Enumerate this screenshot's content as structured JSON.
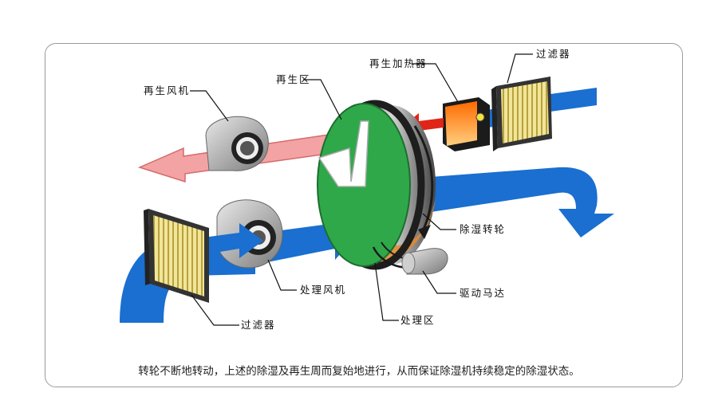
{
  "labels": {
    "regen_fan": "再生风机",
    "regen_zone": "再生区",
    "regen_heater": "再生加热器",
    "filter_top": "过滤器",
    "desiccant_wheel": "除湿转轮",
    "process_fan": "处理风机",
    "drive_motor": "驱动马达",
    "filter_bottom": "过滤器",
    "process_zone": "处理区"
  },
  "caption": "转轮不断地转动，上述的除湿及再生周而复始地进行，从而保证除湿机持续稳定的除湿状态。",
  "colors": {
    "process_air": "#1a6fd0",
    "regen_exhaust": "#f3a3a3",
    "regen_inlet_hot": "#e02418",
    "wheel_green": "#2fa84a",
    "wheel_rim": "#2a2a2a",
    "heater_orange": "#f07a18",
    "filter_yellow": "#e8d777"
  }
}
